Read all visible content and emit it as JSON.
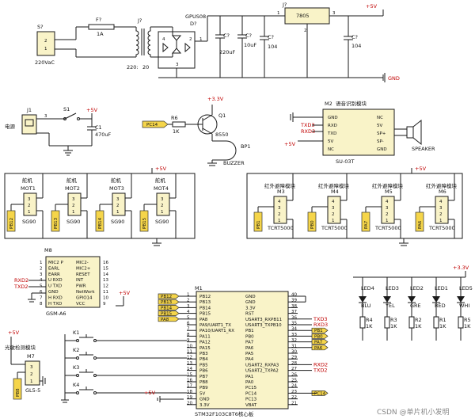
{
  "power": {
    "vcc5": "+5V",
    "vcc33": "+3.3V",
    "gnd": "GND"
  },
  "supply": {
    "s7": "S?",
    "s7_value": "220VaC",
    "fuse": "F?",
    "fuse_value": "1A",
    "transformer": "J?",
    "tr_ratio_primary": "220:",
    "tr_ratio_secondary": "20",
    "bridge": "GPUS08",
    "bridge_ref": "D?",
    "c1": "C?",
    "c1_value": "220uF",
    "c2": "C?",
    "c2_value": "10uF",
    "c3": "C?",
    "c3_value": "104",
    "c4": "C?",
    "c4_value": "104",
    "reg_ref": "J?",
    "reg_name": "7805"
  },
  "power_switch": {
    "j1": "J1",
    "j1_label": "电源",
    "s1": "S1",
    "c1": "C1",
    "c1_value": "470uF"
  },
  "buzzer": {
    "q1": "Q1",
    "q1_type": "8550",
    "r6": "R6",
    "r6_value": "1K",
    "bp": "BP1",
    "label": "BUZZER",
    "net": "PC14"
  },
  "voice": {
    "ref": "M2",
    "title": "语音识别模块",
    "part": "SU-03T",
    "left_pins": [
      "GND",
      "RXD",
      "TXD",
      "5V",
      "NC"
    ],
    "right_pins": [
      "NC",
      "5V",
      "SP+",
      "SP-",
      "GND"
    ],
    "speaker": "SPEAKER",
    "net_txd": "TXD3",
    "net_rxd": "RXD3"
  },
  "servos": [
    {
      "title": "舵机",
      "ref": "MOT1",
      "part": "SG90",
      "net": "PB12"
    },
    {
      "title": "舵机",
      "ref": "MOT2",
      "part": "SG90",
      "net": "PB13"
    },
    {
      "title": "舵机",
      "ref": "MOT3",
      "part": "SG90",
      "net": "PB14"
    },
    {
      "title": "舵机",
      "ref": "MOT4",
      "part": "SG90",
      "net": "PB15"
    }
  ],
  "ir": [
    {
      "title": "红外避障模块",
      "ref": "M3",
      "part": "TCRT5000",
      "net": "PB1"
    },
    {
      "title": "红外避障模块",
      "ref": "M4",
      "part": "TCRT5000",
      "net": "PB0"
    },
    {
      "title": "红外避障模块",
      "ref": "M5",
      "part": "TCRT5000",
      "net": "PA7"
    },
    {
      "title": "红外避障模块",
      "ref": "M6",
      "part": "TCRT5000",
      "net": "PA6"
    }
  ],
  "wifi": {
    "ref": "M8",
    "part": "GSM-A6",
    "left_nums": [
      "1",
      "2",
      "3",
      "4",
      "5",
      "6",
      "7",
      "8"
    ],
    "left_pins": [
      "MIC2 P",
      "EARL",
      "EARR",
      "U RXD",
      "U TXD",
      "GND",
      "H RXD",
      "H TXD"
    ],
    "right_nums": [
      "16",
      "15",
      "14",
      "13",
      "12",
      "11",
      "10",
      "9"
    ],
    "right_pins": [
      "MIC2-",
      "MIC2+",
      "RESET",
      "INT",
      "PWR",
      "NetWork",
      "GPIO14",
      "VCC"
    ],
    "net_rxd": "RXD2",
    "net_txd": "TXD2"
  },
  "light": {
    "title": "光敏检测模块",
    "ref": "M7",
    "part": "GL5-5",
    "net": "PB8"
  },
  "keys": [
    "K1",
    "K2",
    "K3",
    "K4"
  ],
  "leds": [
    {
      "ref": "LED4",
      "color": "BLU",
      "r": "R4",
      "rv": "1K"
    },
    {
      "ref": "LED3",
      "color": "YEL",
      "r": "R3",
      "rv": "1K"
    },
    {
      "ref": "LED2",
      "color": "GRE",
      "r": "R2",
      "rv": "1K"
    },
    {
      "ref": "LED1",
      "color": "RED",
      "r": "R1",
      "rv": "1K"
    },
    {
      "ref": "LED5",
      "color": "WHI",
      "r": "R5",
      "rv": "1K"
    }
  ],
  "mcu": {
    "ref": "M1",
    "part": "STM32F103C8T6核心板",
    "left_nums": [
      "1",
      "2",
      "3",
      "4",
      "5",
      "6",
      "7",
      "8",
      "9",
      "10",
      "11",
      "12",
      "13",
      "14",
      "15",
      "16",
      "17",
      "18",
      "19",
      "20"
    ],
    "left_pins": [
      "PB12",
      "PB13",
      "PB14",
      "PB15",
      "PA8",
      "PA9/UART1_TX",
      "PA10/UART1_RX",
      "PA11",
      "PA12",
      "PA15",
      "PB3",
      "PB4",
      "PB5",
      "PB6",
      "PB7",
      "PB8",
      "PB9",
      "5V",
      "GND",
      "3.3V"
    ],
    "right_nums": [
      "40",
      "39",
      "38",
      "37",
      "36",
      "35",
      "34",
      "33",
      "32",
      "31",
      "30",
      "29",
      "28",
      "27",
      "26",
      "25",
      "24",
      "23",
      "22",
      "21"
    ],
    "right_pins": [
      "GND",
      "GND",
      "3.3V",
      "RST",
      "USART3_RXPB11",
      "USART3_TXPB10",
      "PB1",
      "PB0",
      "PA7",
      "PA6",
      "PA5",
      "PA4",
      "USART2_RXPA3",
      "USART2_TXPA2",
      "PA1",
      "PA0",
      "PC15",
      "PC14",
      "PC13",
      "VBAT"
    ],
    "left_nets": [
      "PB12",
      "PB13",
      "PB14",
      "PB15",
      "PA8"
    ],
    "right_nets": [
      "TXD3",
      "RXD3",
      "PB1",
      "PB0",
      "PA7",
      "PA6",
      "RXD2",
      "TXD2",
      "PC14"
    ]
  },
  "watermark": "CSDN @单片机小发明"
}
